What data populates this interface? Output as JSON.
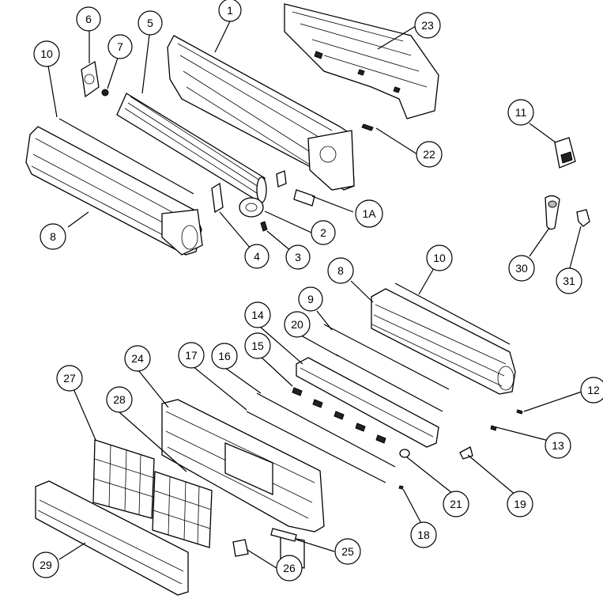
{
  "callouts": [
    {
      "id": "c1",
      "label": "1"
    },
    {
      "id": "c1a",
      "label": "1A"
    },
    {
      "id": "c2",
      "label": "2"
    },
    {
      "id": "c3",
      "label": "3"
    },
    {
      "id": "c4",
      "label": "4"
    },
    {
      "id": "c5",
      "label": "5"
    },
    {
      "id": "c6",
      "label": "6"
    },
    {
      "id": "c7",
      "label": "7"
    },
    {
      "id": "c8a",
      "label": "8"
    },
    {
      "id": "c8b",
      "label": "8"
    },
    {
      "id": "c9",
      "label": "9"
    },
    {
      "id": "c10a",
      "label": "10"
    },
    {
      "id": "c10b",
      "label": "10"
    },
    {
      "id": "c11",
      "label": "11"
    },
    {
      "id": "c12",
      "label": "12"
    },
    {
      "id": "c13",
      "label": "13"
    },
    {
      "id": "c14",
      "label": "14"
    },
    {
      "id": "c15",
      "label": "15"
    },
    {
      "id": "c16",
      "label": "16"
    },
    {
      "id": "c17",
      "label": "17"
    },
    {
      "id": "c18",
      "label": "18"
    },
    {
      "id": "c19",
      "label": "19"
    },
    {
      "id": "c20",
      "label": "20"
    },
    {
      "id": "c21",
      "label": "21"
    },
    {
      "id": "c22",
      "label": "22"
    },
    {
      "id": "c23",
      "label": "23"
    },
    {
      "id": "c24",
      "label": "24"
    },
    {
      "id": "c25",
      "label": "25"
    },
    {
      "id": "c26",
      "label": "26"
    },
    {
      "id": "c27",
      "label": "27"
    },
    {
      "id": "c28",
      "label": "28"
    },
    {
      "id": "c29",
      "label": "29"
    },
    {
      "id": "c30",
      "label": "30"
    },
    {
      "id": "c31",
      "label": "31"
    }
  ]
}
